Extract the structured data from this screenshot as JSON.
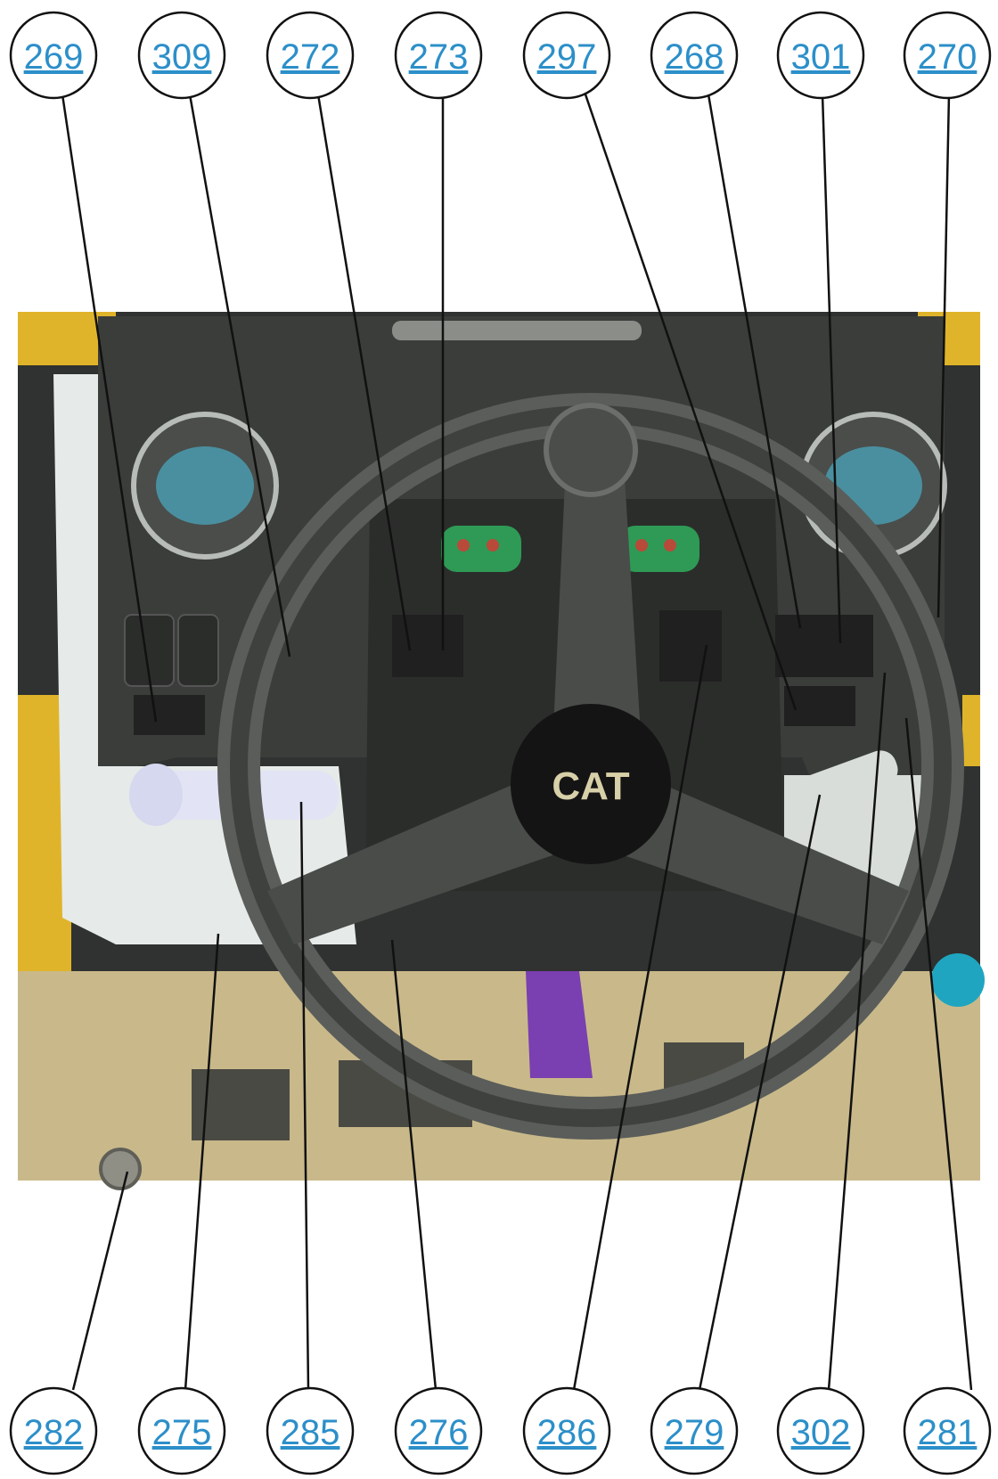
{
  "figure": {
    "logo_text": "CAT",
    "colors": {
      "link": "#2c8fc9",
      "cab_yellow": "#e0b42a",
      "dash_dark": "#3a3d3a",
      "floor": "#c9b98a",
      "gauge_face": "#4a8fa0",
      "indicator_green": "#2e9a55",
      "pedal_purple": "#7a3fb0",
      "knob_teal": "#1fa5c0"
    }
  },
  "callouts": {
    "top": [
      "269",
      "309",
      "272",
      "273",
      "297",
      "268",
      "301",
      "270"
    ],
    "bottom": [
      "282",
      "275",
      "285",
      "276",
      "286",
      "279",
      "302",
      "281"
    ]
  }
}
